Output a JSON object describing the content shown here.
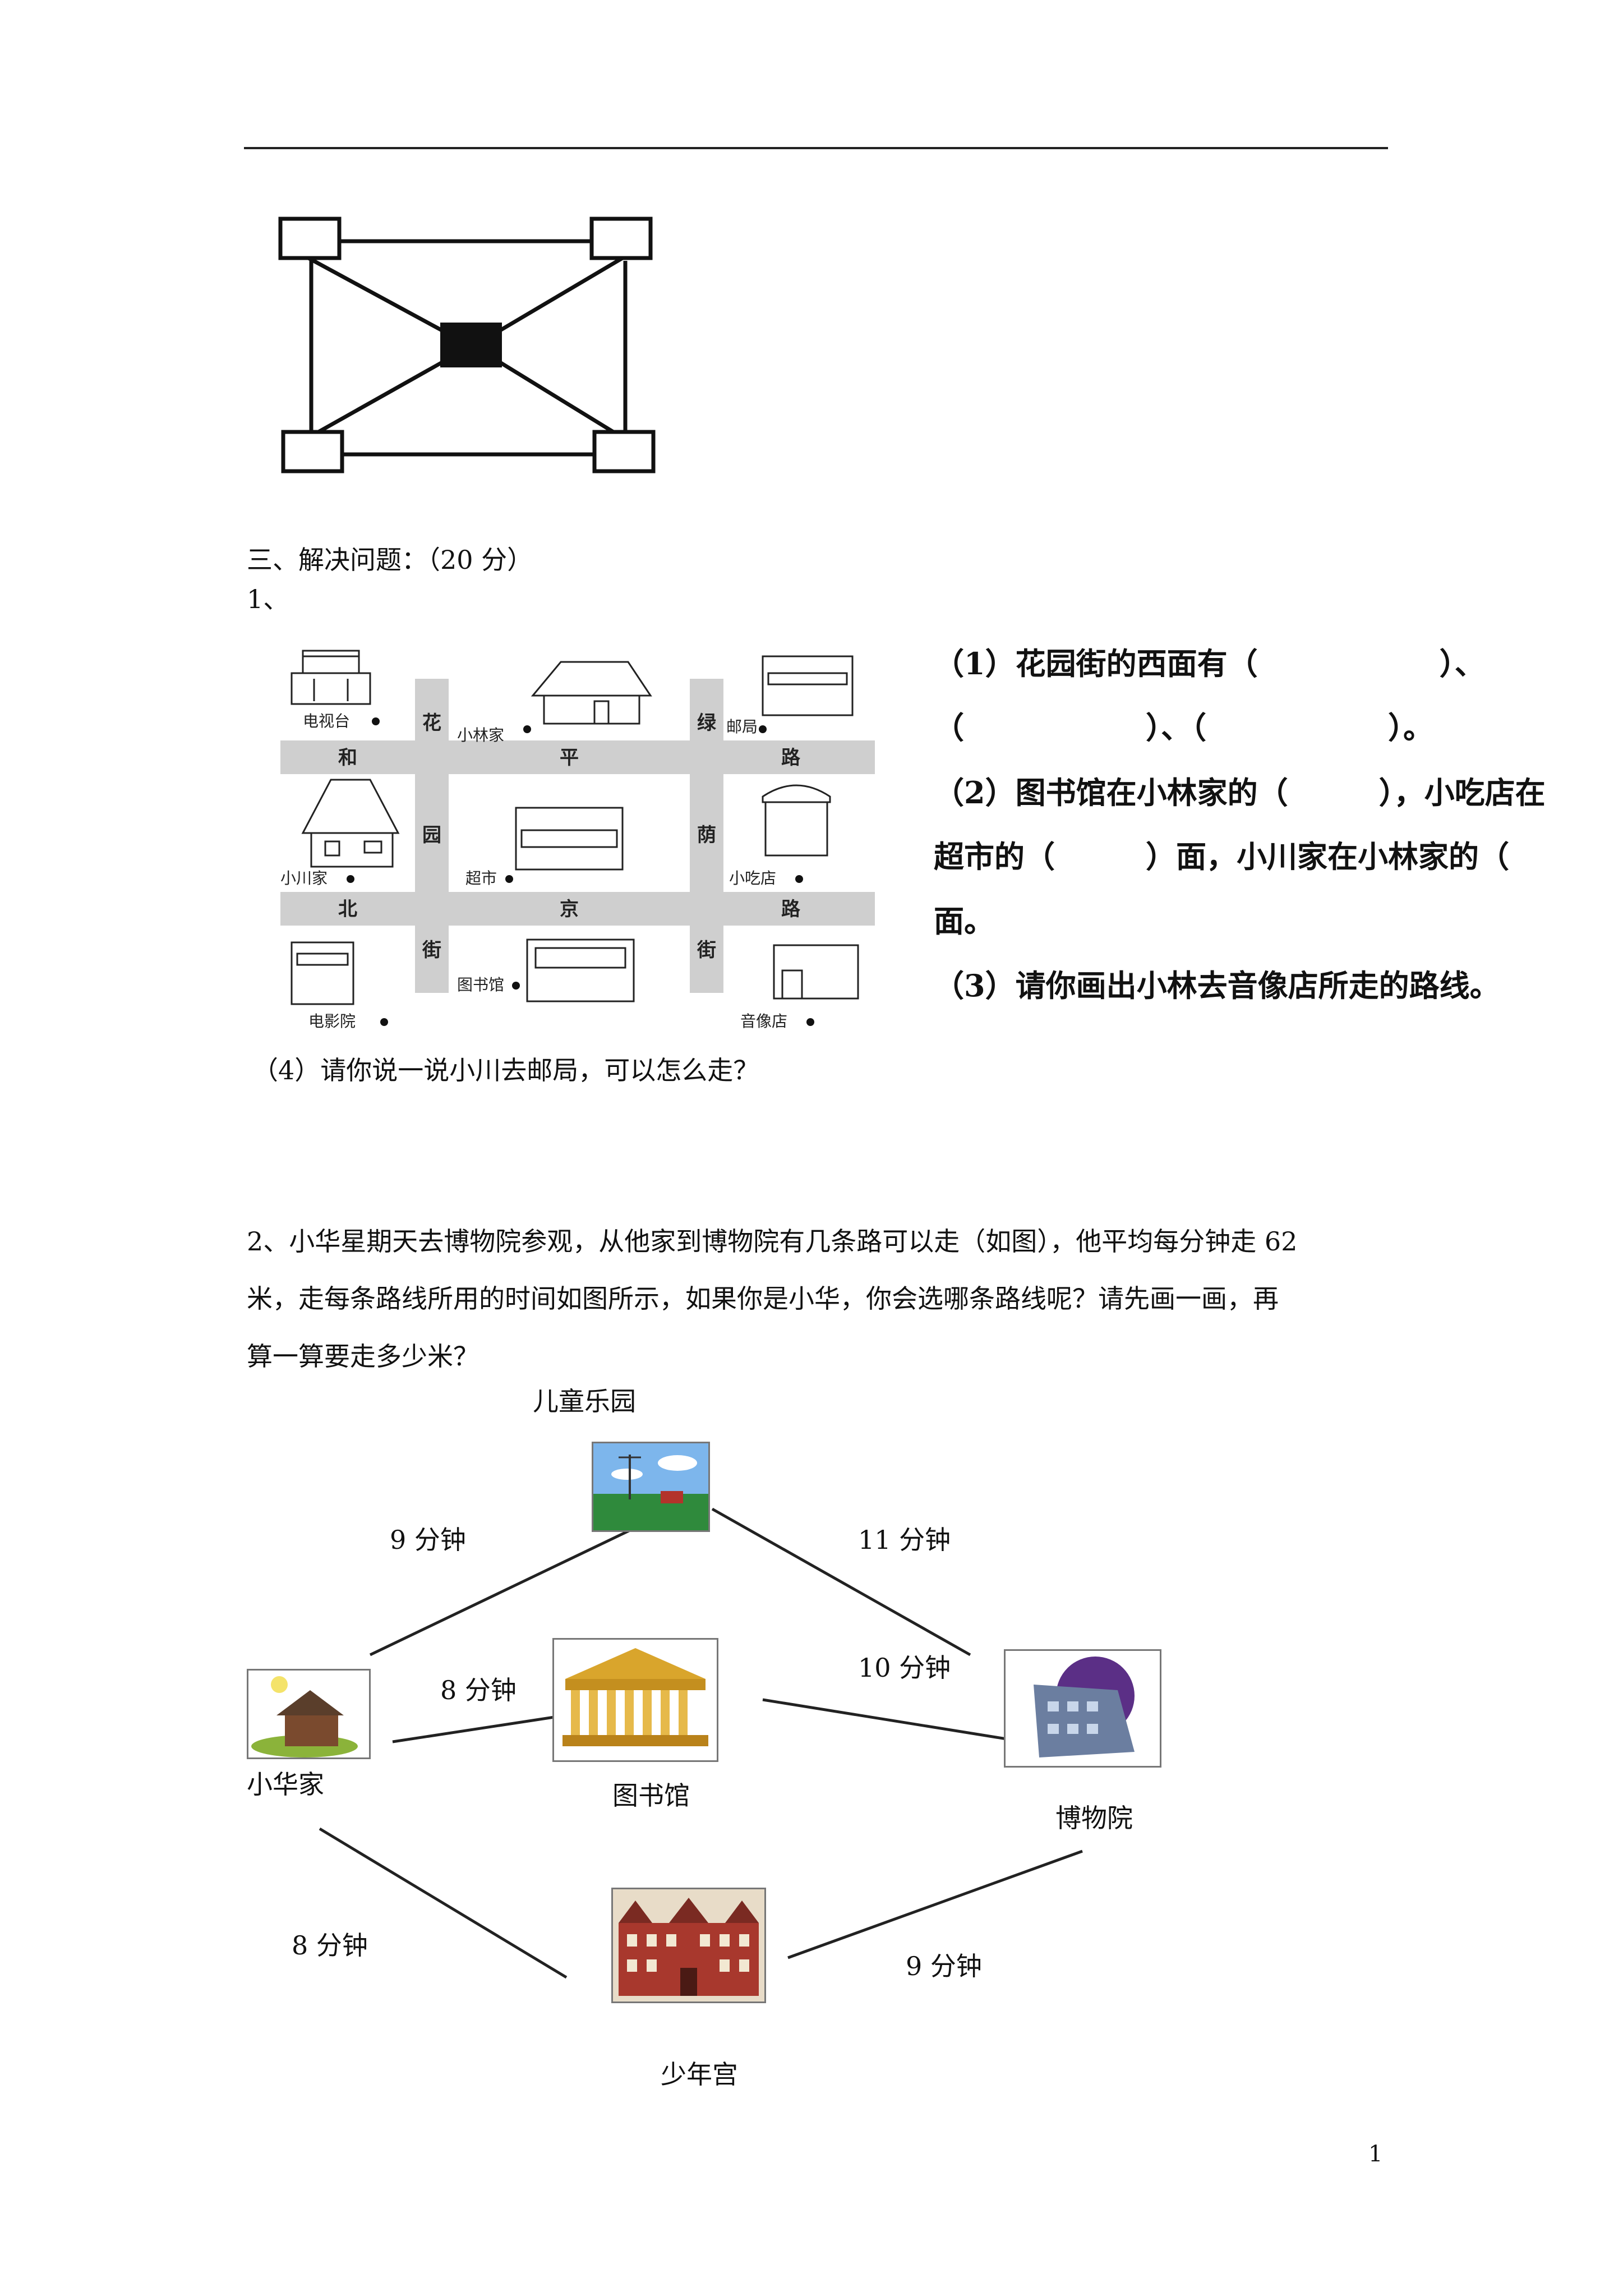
{
  "section": {
    "heading": "三、解决问题：（20 分）",
    "q1_number": "1、",
    "q1_parts": [
      "（1）花园街的西面有（　　　　　　）、",
      "（　　　　　　）、（　　　　　　）。",
      "（2）图书馆在小林家的（　　　），小吃店在",
      "超市的（　　　）面，小川家在小林家的（",
      "面。",
      "（3）请你画出小林去音像店所走的路线。"
    ],
    "q1_sub4": "（4）请你说一说小川去邮局，可以怎么走？",
    "q2_lines": [
      "2、小华星期天去博物院参观，从他家到博物院有几条路可以走（如图），他平均每分钟走 62",
      "米，走每条路线所用的时间如图所示，如果你是小华，你会选哪条路线呢？请先画一画，再",
      "算一算要走多少米？"
    ]
  },
  "street_map": {
    "places": [
      "电视台",
      "小林家",
      "邮局",
      "小川家",
      "超市",
      "小吃店",
      "电影院",
      "图书馆",
      "音像店"
    ],
    "street_chars": {
      "huayuan": [
        "花",
        "园",
        "街"
      ],
      "lvyin": [
        "绿",
        "荫",
        "街"
      ],
      "heping": [
        "和",
        "平",
        "路"
      ],
      "beijing": [
        "北",
        "京",
        "路"
      ]
    }
  },
  "route_map": {
    "nodes": {
      "park": "儿童乐园",
      "home": "小华家",
      "library": "图书馆",
      "museum": "博物院",
      "palace": "少年宫"
    },
    "times": {
      "home_park": "9 分钟",
      "park_museum": "11 分钟",
      "home_library": "8 分钟",
      "library_museum": "10 分钟",
      "home_palace": "8 分钟",
      "palace_museum": "9 分钟"
    }
  },
  "page_number": "1"
}
